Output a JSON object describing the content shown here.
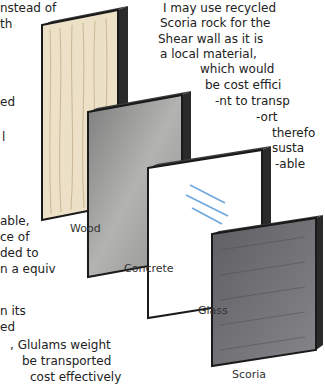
{
  "diagram": {
    "labels": [
      "I may use recycled",
      "Scoria rock for the",
      "Shear wall as it is",
      "a local material,",
      "which would",
      "be cost effici",
      "-nt to transp",
      "-ort",
      "therefo",
      "susta",
      "-able",
      "nstead of",
      "th",
      "ed",
      "l",
      "able,",
      "ce of",
      "ded to",
      "n a equiv",
      "n its",
      "ed",
      ", Glulams weight",
      "be transported",
      "cost effectively",
      "Wood",
      "Concrete",
      "Glass",
      "Scoria"
    ]
  }
}
